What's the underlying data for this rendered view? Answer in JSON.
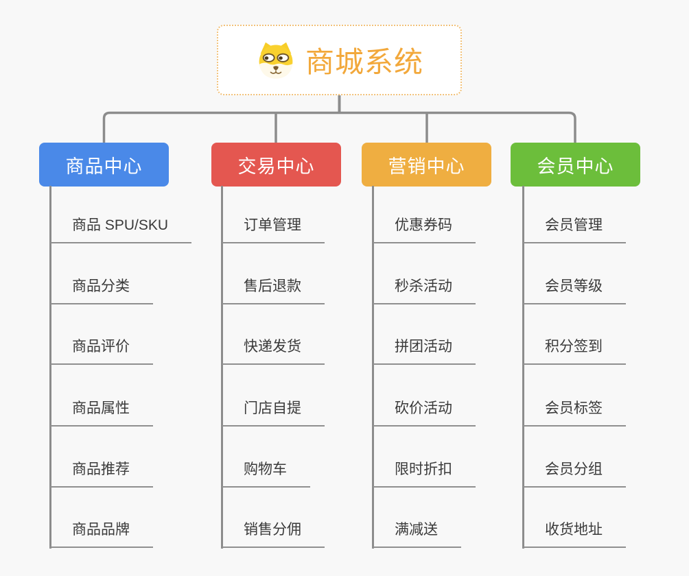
{
  "root": {
    "title": "商城系统",
    "icon": "dog-face-icon",
    "title_color": "#F2A83B",
    "border_color": "#F2C178"
  },
  "branches": [
    {
      "label": "商品中心",
      "color": "#4A89E8",
      "items": [
        "商品 SPU/SKU",
        "商品分类",
        "商品评价",
        "商品属性",
        "商品推荐",
        "商品品牌"
      ]
    },
    {
      "label": "交易中心",
      "color": "#E45750",
      "items": [
        "订单管理",
        "售后退款",
        "快递发货",
        "门店自提",
        "购物车",
        "销售分佣"
      ]
    },
    {
      "label": "营销中心",
      "color": "#EFAE41",
      "items": [
        "优惠券码",
        "秒杀活动",
        "拼团活动",
        "砍价活动",
        "限时折扣",
        "满减送"
      ]
    },
    {
      "label": "会员中心",
      "color": "#6CBE3B",
      "items": [
        "会员管理",
        "会员等级",
        "积分签到",
        "会员标签",
        "会员分组",
        "收货地址"
      ]
    }
  ],
  "connector_color": "#8C8C8C",
  "background_color": "#F8F8F8"
}
